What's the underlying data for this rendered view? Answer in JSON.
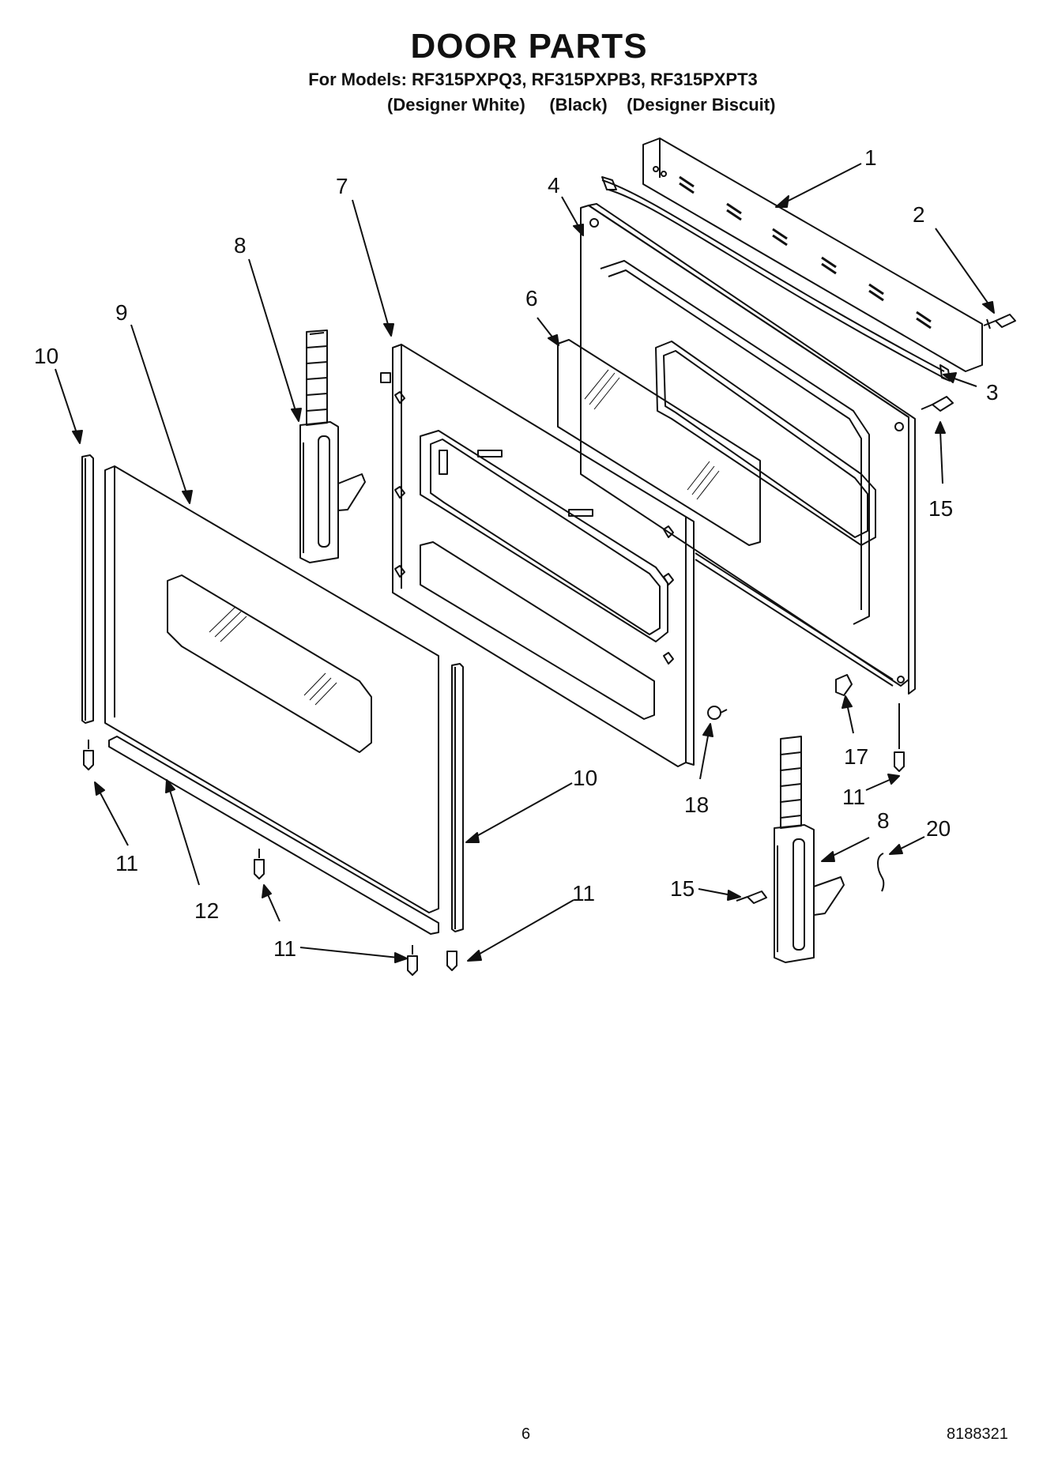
{
  "header": {
    "title": "DOOR PARTS",
    "models_line": "For Models: RF315PXPQ3, RF315PXPB3, RF315PXPT3",
    "colors_line": "(Designer White)     (Black)    (Designer Biscuit)"
  },
  "callouts": [
    "1",
    "2",
    "3",
    "4",
    "6",
    "7",
    "8",
    "9",
    "10",
    "15",
    "17",
    "18",
    "11",
    "10",
    "12",
    "11",
    "11",
    "11",
    "8",
    "20",
    "15",
    "11"
  ],
  "footer": {
    "page_number": "6",
    "doc_number": "8188321"
  }
}
